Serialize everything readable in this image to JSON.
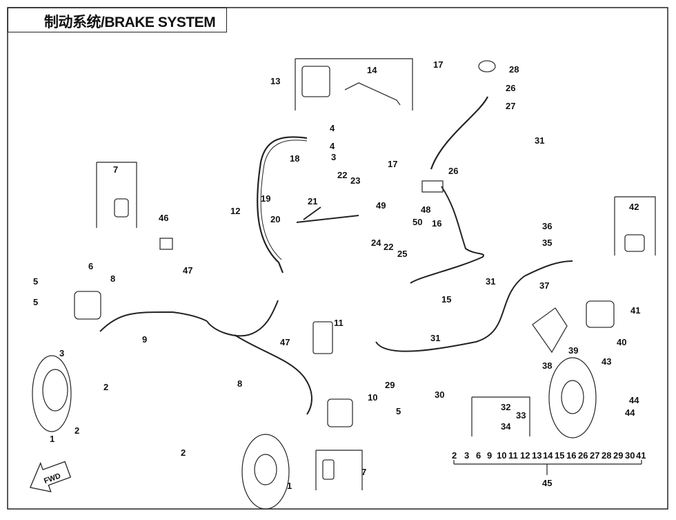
{
  "title": "制动系统/BRAKE SYSTEM",
  "fwd_label": "FWD",
  "callouts": [
    {
      "id": "c1",
      "label": "1"
    },
    {
      "id": "c2",
      "label": "2"
    },
    {
      "id": "c3",
      "label": "3"
    },
    {
      "id": "c4",
      "label": "4"
    },
    {
      "id": "c5",
      "label": "5"
    },
    {
      "id": "c6",
      "label": "6"
    },
    {
      "id": "c7",
      "label": "7"
    },
    {
      "id": "c8",
      "label": "8"
    },
    {
      "id": "c9",
      "label": "9"
    },
    {
      "id": "c10",
      "label": "10"
    },
    {
      "id": "c11",
      "label": "11"
    },
    {
      "id": "c12",
      "label": "12"
    },
    {
      "id": "c13",
      "label": "13"
    },
    {
      "id": "c14",
      "label": "14"
    },
    {
      "id": "c15",
      "label": "15"
    },
    {
      "id": "c16",
      "label": "16"
    },
    {
      "id": "c17",
      "label": "17"
    },
    {
      "id": "c18",
      "label": "18"
    },
    {
      "id": "c19",
      "label": "19"
    },
    {
      "id": "c20",
      "label": "20"
    },
    {
      "id": "c21",
      "label": "21"
    },
    {
      "id": "c22",
      "label": "22"
    },
    {
      "id": "c23",
      "label": "23"
    },
    {
      "id": "c24",
      "label": "24"
    },
    {
      "id": "c25",
      "label": "25"
    },
    {
      "id": "c26",
      "label": "26"
    },
    {
      "id": "c27",
      "label": "27"
    },
    {
      "id": "c28",
      "label": "28"
    },
    {
      "id": "c29",
      "label": "29"
    },
    {
      "id": "c30",
      "label": "30"
    },
    {
      "id": "c31",
      "label": "31"
    },
    {
      "id": "c32",
      "label": "32"
    },
    {
      "id": "c33",
      "label": "33"
    },
    {
      "id": "c34",
      "label": "34"
    },
    {
      "id": "c35",
      "label": "35"
    },
    {
      "id": "c36",
      "label": "36"
    },
    {
      "id": "c37",
      "label": "37"
    },
    {
      "id": "c38",
      "label": "38"
    },
    {
      "id": "c39",
      "label": "39"
    },
    {
      "id": "c40",
      "label": "40"
    },
    {
      "id": "c41",
      "label": "41"
    },
    {
      "id": "c42",
      "label": "42"
    },
    {
      "id": "c43",
      "label": "43"
    },
    {
      "id": "c44",
      "label": "44"
    },
    {
      "id": "c45",
      "label": "45"
    },
    {
      "id": "c46",
      "label": "46"
    },
    {
      "id": "c47",
      "label": "47"
    },
    {
      "id": "c48",
      "label": "48"
    },
    {
      "id": "c49",
      "label": "49"
    },
    {
      "id": "c50",
      "label": "50"
    }
  ],
  "kit_45": {
    "label": "45",
    "items": [
      "2",
      "3",
      "6",
      "9",
      "10",
      "11",
      "12",
      "13",
      "14",
      "15",
      "16",
      "26",
      "27",
      "28",
      "29",
      "30",
      "41"
    ]
  }
}
